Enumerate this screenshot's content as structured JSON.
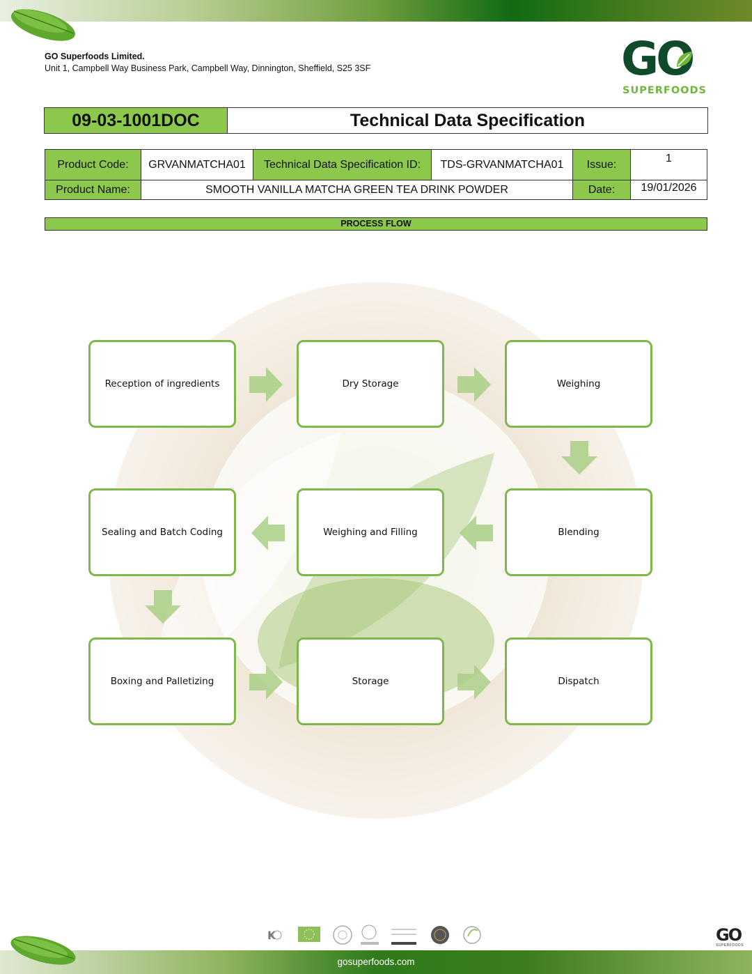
{
  "company": {
    "name": "GO Superfoods Limited.",
    "address": "Unit 1, Campbell Way Business Park, Campbell Way, Dinnington, Sheffield, S25 3SF"
  },
  "logo": {
    "word": "GO",
    "subword": "SUPERFOODS"
  },
  "doc": {
    "code": "09-03-1001DOC",
    "title": "Technical Data Specification"
  },
  "info": {
    "product_code_label": "Product Code:",
    "product_code": "GRVANMATCHA01",
    "tds_id_label": "Technical Data Specification ID:",
    "tds_id": "TDS-GRVANMATCHA01",
    "issue_label": "Issue:",
    "issue": "1",
    "product_name_label": "Product Name:",
    "product_name": "SMOOTH VANILLA MATCHA GREEN TEA DRINK POWDER",
    "date_label": "Date:",
    "date": "19/01/2026"
  },
  "section_title": "PROCESS FLOW",
  "flow": [
    "Reception of ingredients",
    "Dry Storage",
    "Weighing",
    "Sealing and Batch Coding",
    "Weighing and Filling",
    "Blending",
    "Boxing and Palletizing",
    "Storage",
    "Dispatch"
  ],
  "footer": {
    "url": "gosuperfoods.com",
    "cert_badges": [
      "kosher-badge",
      "eu-organic-badge",
      "soil-association-badge",
      "royal-warrant-badge",
      "brcs-badge",
      "great-taste-badge",
      "vegan-badge"
    ]
  },
  "colors": {
    "accent_green": "#8cc84b",
    "box_border": "#7fb84a",
    "arrow": "#a9cf86",
    "logo_dark": "#0f4a2a"
  }
}
